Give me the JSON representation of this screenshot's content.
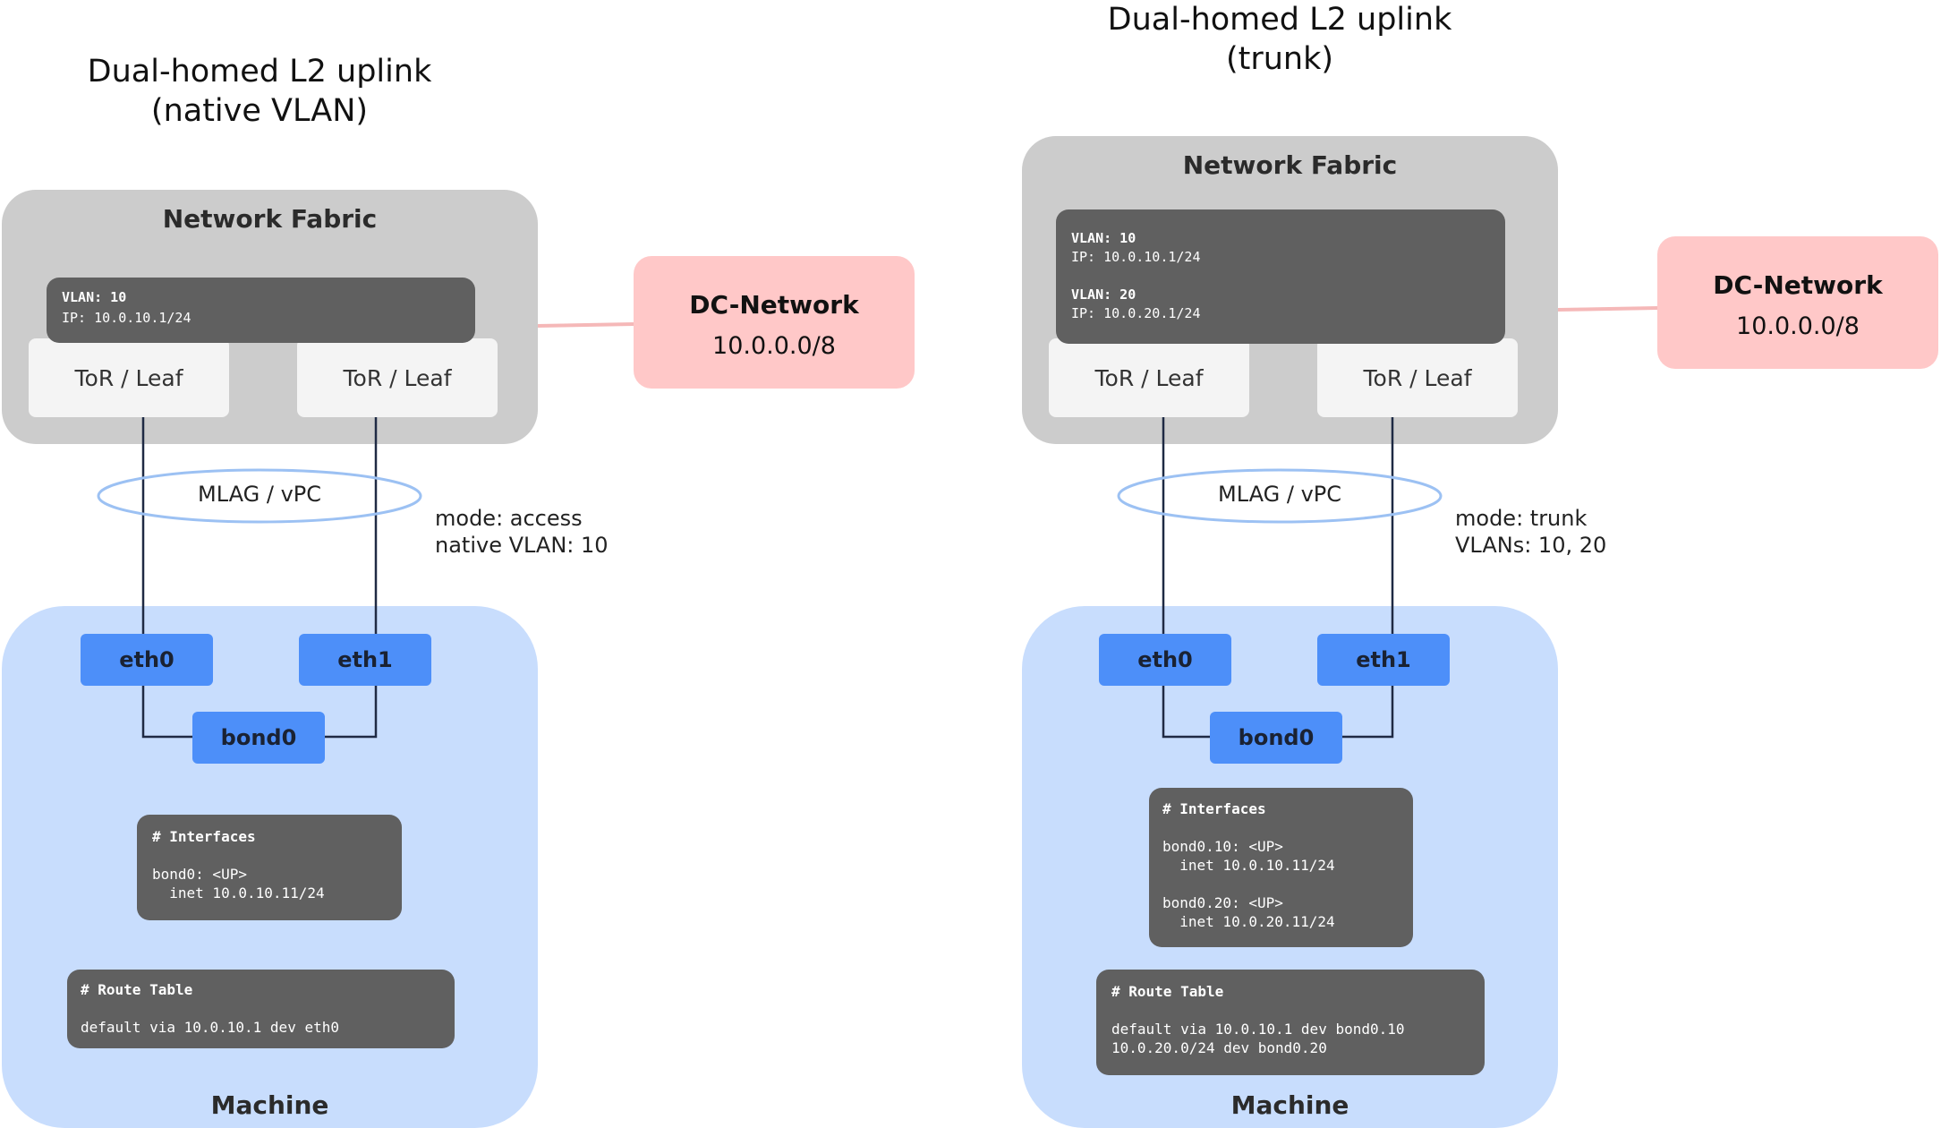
{
  "left": {
    "title_line1": "Dual-homed L2 uplink",
    "title_line2": "(native VLAN)",
    "fabric_label": "Network Fabric",
    "vlan_line1_key": "VLAN:",
    "vlan_line1_val": " 10",
    "vlan_line2": "IP: 10.0.10.1/24",
    "tor1": "ToR / Leaf",
    "tor2": "ToR / Leaf",
    "mlag": "MLAG / vPC",
    "mode_line1": "mode: access",
    "mode_line2": "native VLAN: 10",
    "eth0": "eth0",
    "eth1": "eth1",
    "bond": "bond0",
    "interfaces_header": "# Interfaces",
    "interfaces_lines": [
      "bond0: <UP>",
      "  inet 10.0.10.11/24"
    ],
    "route_header": "# Route Table",
    "route_lines": [
      "default via 10.0.10.1 dev eth0"
    ],
    "machine_label": "Machine",
    "dc_name": "DC-Network",
    "dc_cidr": "10.0.0.0/8"
  },
  "right": {
    "title_line1": "Dual-homed L2 uplink",
    "title_line2": "(trunk)",
    "fabric_label": "Network Fabric",
    "vlan_a_key": "VLAN:",
    "vlan_a_val": " 10",
    "vlan_a_ip": "IP: 10.0.10.1/24",
    "vlan_b_key": "VLAN:",
    "vlan_b_val": " 20",
    "vlan_b_ip": "IP: 10.0.20.1/24",
    "tor1": "ToR / Leaf",
    "tor2": "ToR / Leaf",
    "mlag": "MLAG / vPC",
    "mode_line1": "mode: trunk",
    "mode_line2": "VLANs: 10, 20",
    "eth0": "eth0",
    "eth1": "eth1",
    "bond": "bond0",
    "interfaces_header": "# Interfaces",
    "interfaces_lines": [
      "bond0.10: <UP>",
      "  inet 10.0.10.11/24",
      "",
      "bond0.20: <UP>",
      "  inet 10.0.20.11/24"
    ],
    "route_header": "# Route Table",
    "route_lines": [
      "default via 10.0.10.1 dev bond0.10",
      "10.0.20.0/24 dev bond0.20"
    ],
    "machine_label": "Machine",
    "dc_name": "DC-Network",
    "dc_cidr": "10.0.0.0/8"
  },
  "colors": {
    "fabric": "#cccccc",
    "machine": "#c8ddfd",
    "nic": "#4d8ff9",
    "dc_network": "#ffc8c8",
    "dc_link": "#f5b8b8",
    "terminal": "#606060",
    "mlag_ring": "#9cc1f3",
    "wire": "#1f2a44"
  }
}
